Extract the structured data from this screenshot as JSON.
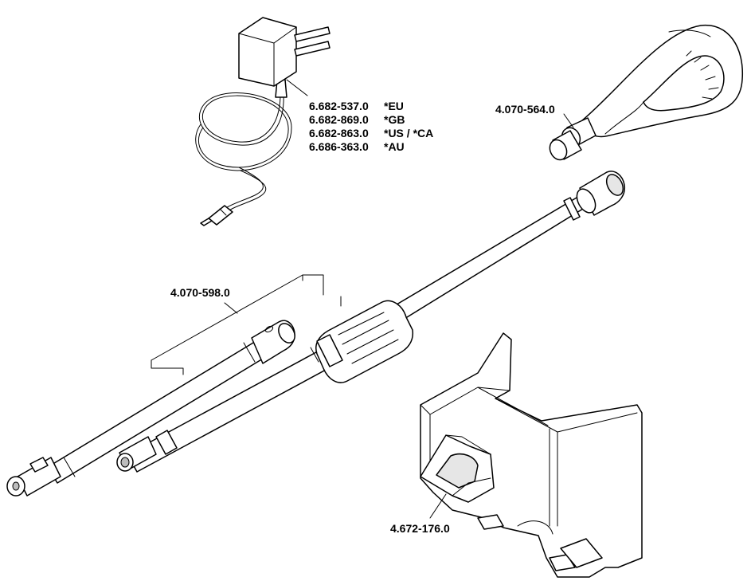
{
  "diagram": {
    "charger": {
      "lines": [
        {
          "code": "6.682-537.0",
          "region": "*EU"
        },
        {
          "code": "6.682-869.0",
          "region": "*GB"
        },
        {
          "code": "6.682-863.0",
          "region": "*US / *CA"
        },
        {
          "code": "6.686-363.0",
          "region": "*AU"
        }
      ]
    },
    "handle": {
      "code": "4.070-564.0"
    },
    "extension_tube": {
      "code": "4.070-598.0"
    },
    "holder": {
      "code": "4.672-176.0"
    }
  }
}
